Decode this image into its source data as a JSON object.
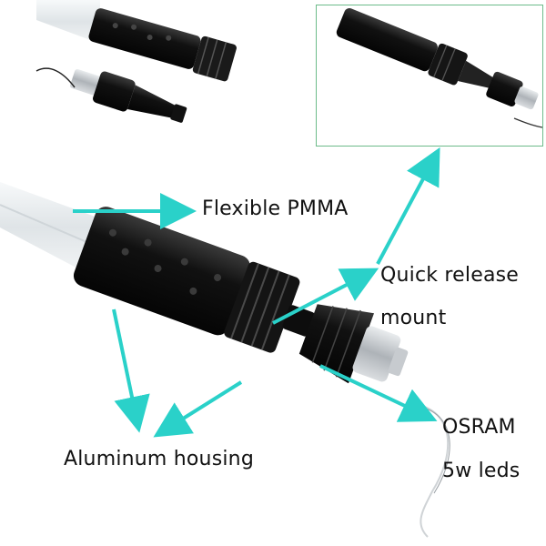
{
  "labels": {
    "flexible_pmma": "Flexible PMMA",
    "quick_release_line1": "Quick release",
    "quick_release_line2": "mount",
    "osram_line1": "OSRAM",
    "osram_line2": "5w leds",
    "aluminum_housing": "Aluminum housing"
  },
  "colors": {
    "arrow": "#2ad1c9",
    "housing": "#121212",
    "tube": "#e8ecef",
    "inset_border": "#6dbb8a",
    "metal": "#bfc3c7"
  }
}
